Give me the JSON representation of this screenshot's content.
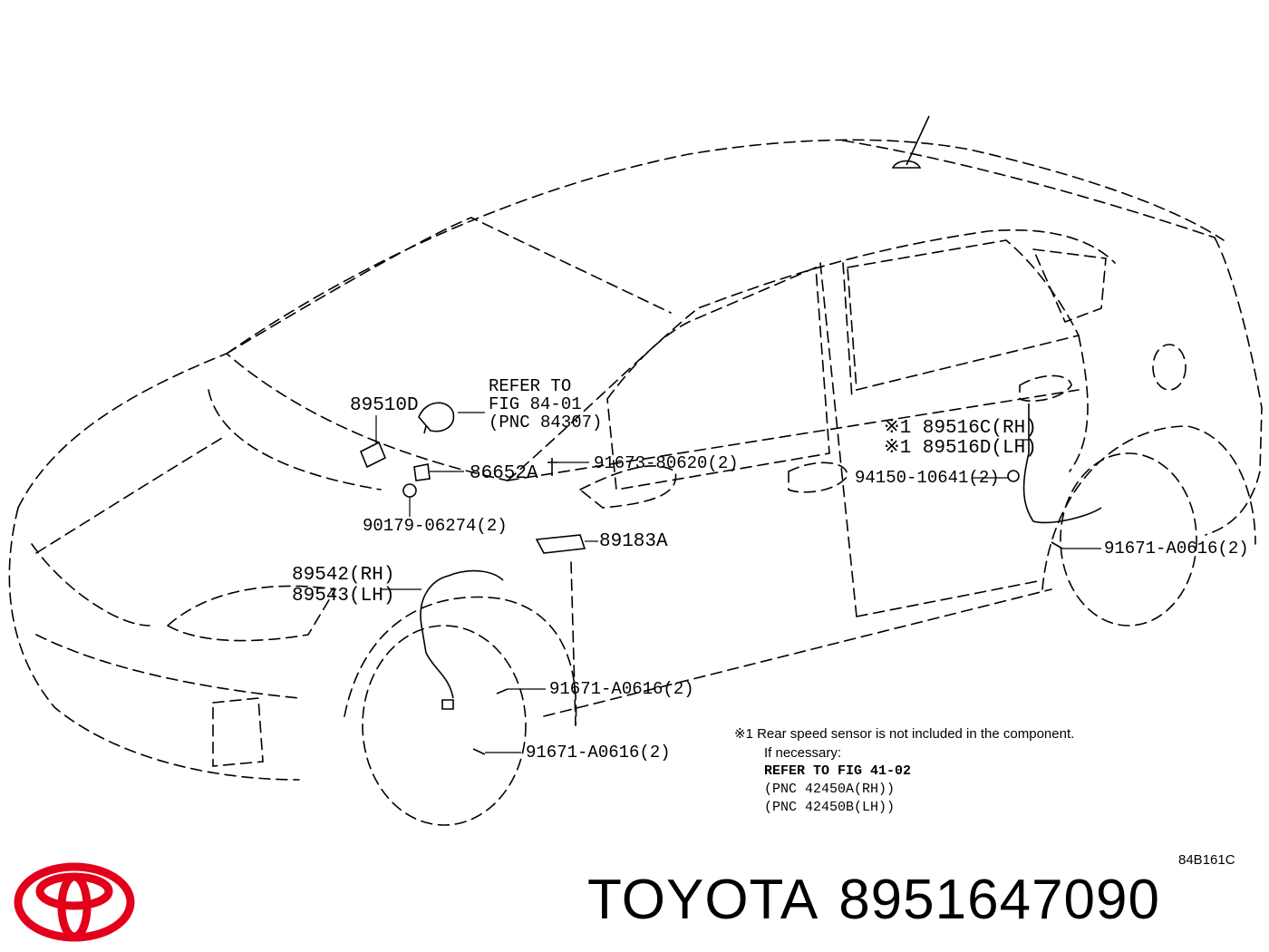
{
  "diagram": {
    "figure_code": "84B161C",
    "callouts": {
      "refer_top": [
        "REFER TO",
        "FIG 84-01",
        "(PNC 84307)"
      ],
      "p89510D": "89510D",
      "p86652A": "86652A",
      "p91673": "91673-80620(2)",
      "p90179": "90179-06274(2)",
      "p89183A": "89183A",
      "p89542": "89542(RH)",
      "p89543": "89543(LH)",
      "p91671_a": "91671-A0616(2)",
      "p91671_b": "91671-A0616(2)",
      "p91671_c": "91671-A0616(2)",
      "p89516C": "※1 89516C(RH)",
      "p89516D": "※1 89516D(LH)",
      "p94150": "94150-10641(2)"
    },
    "footnote": {
      "line1": "※1  Rear speed sensor is not included in the component.",
      "line2": "If necessary:",
      "line3": "REFER TO FIG 41-02",
      "line4": "(PNC 42450A(RH))",
      "line5": "(PNC 42450B(LH))"
    }
  },
  "brand": {
    "name": "TOYOTA",
    "part_number": "8951647090",
    "logo_color": "#e2001a",
    "logo_icon": "toyota-logo-icon"
  }
}
